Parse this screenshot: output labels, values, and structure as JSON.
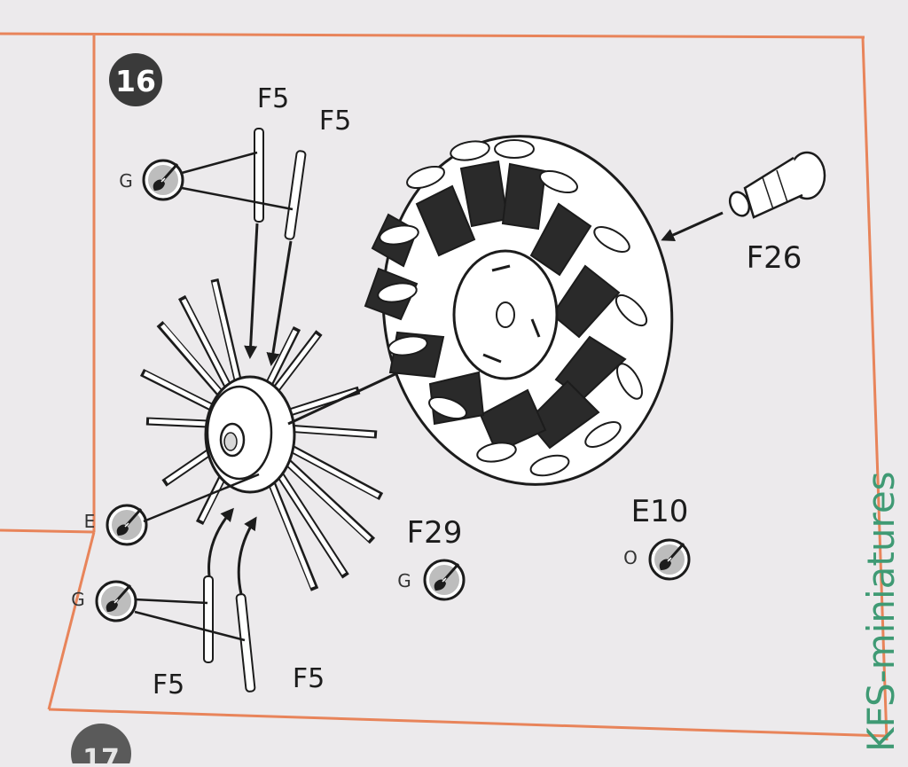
{
  "step": {
    "number": "16",
    "next_number": "17"
  },
  "parts": {
    "f5_top_left": "F5",
    "f5_top_right": "F5",
    "f5_bottom_left": "F5",
    "f5_bottom_right": "F5",
    "f26": "F26",
    "f29": "F29",
    "e10": "E10"
  },
  "paint_codes": {
    "top_rods": "G",
    "crankcase": "E",
    "bottom_rods": "G",
    "f29": "G",
    "e10": "O"
  },
  "watermark": "KFS-miniatures",
  "colors": {
    "page": "#eceaec",
    "frame": "#e8845a",
    "ink": "#1c1c1c",
    "step_badge": "#3a3a3a",
    "watermark": "#3f9a74"
  },
  "icons": [
    "paint-brush-icon"
  ]
}
